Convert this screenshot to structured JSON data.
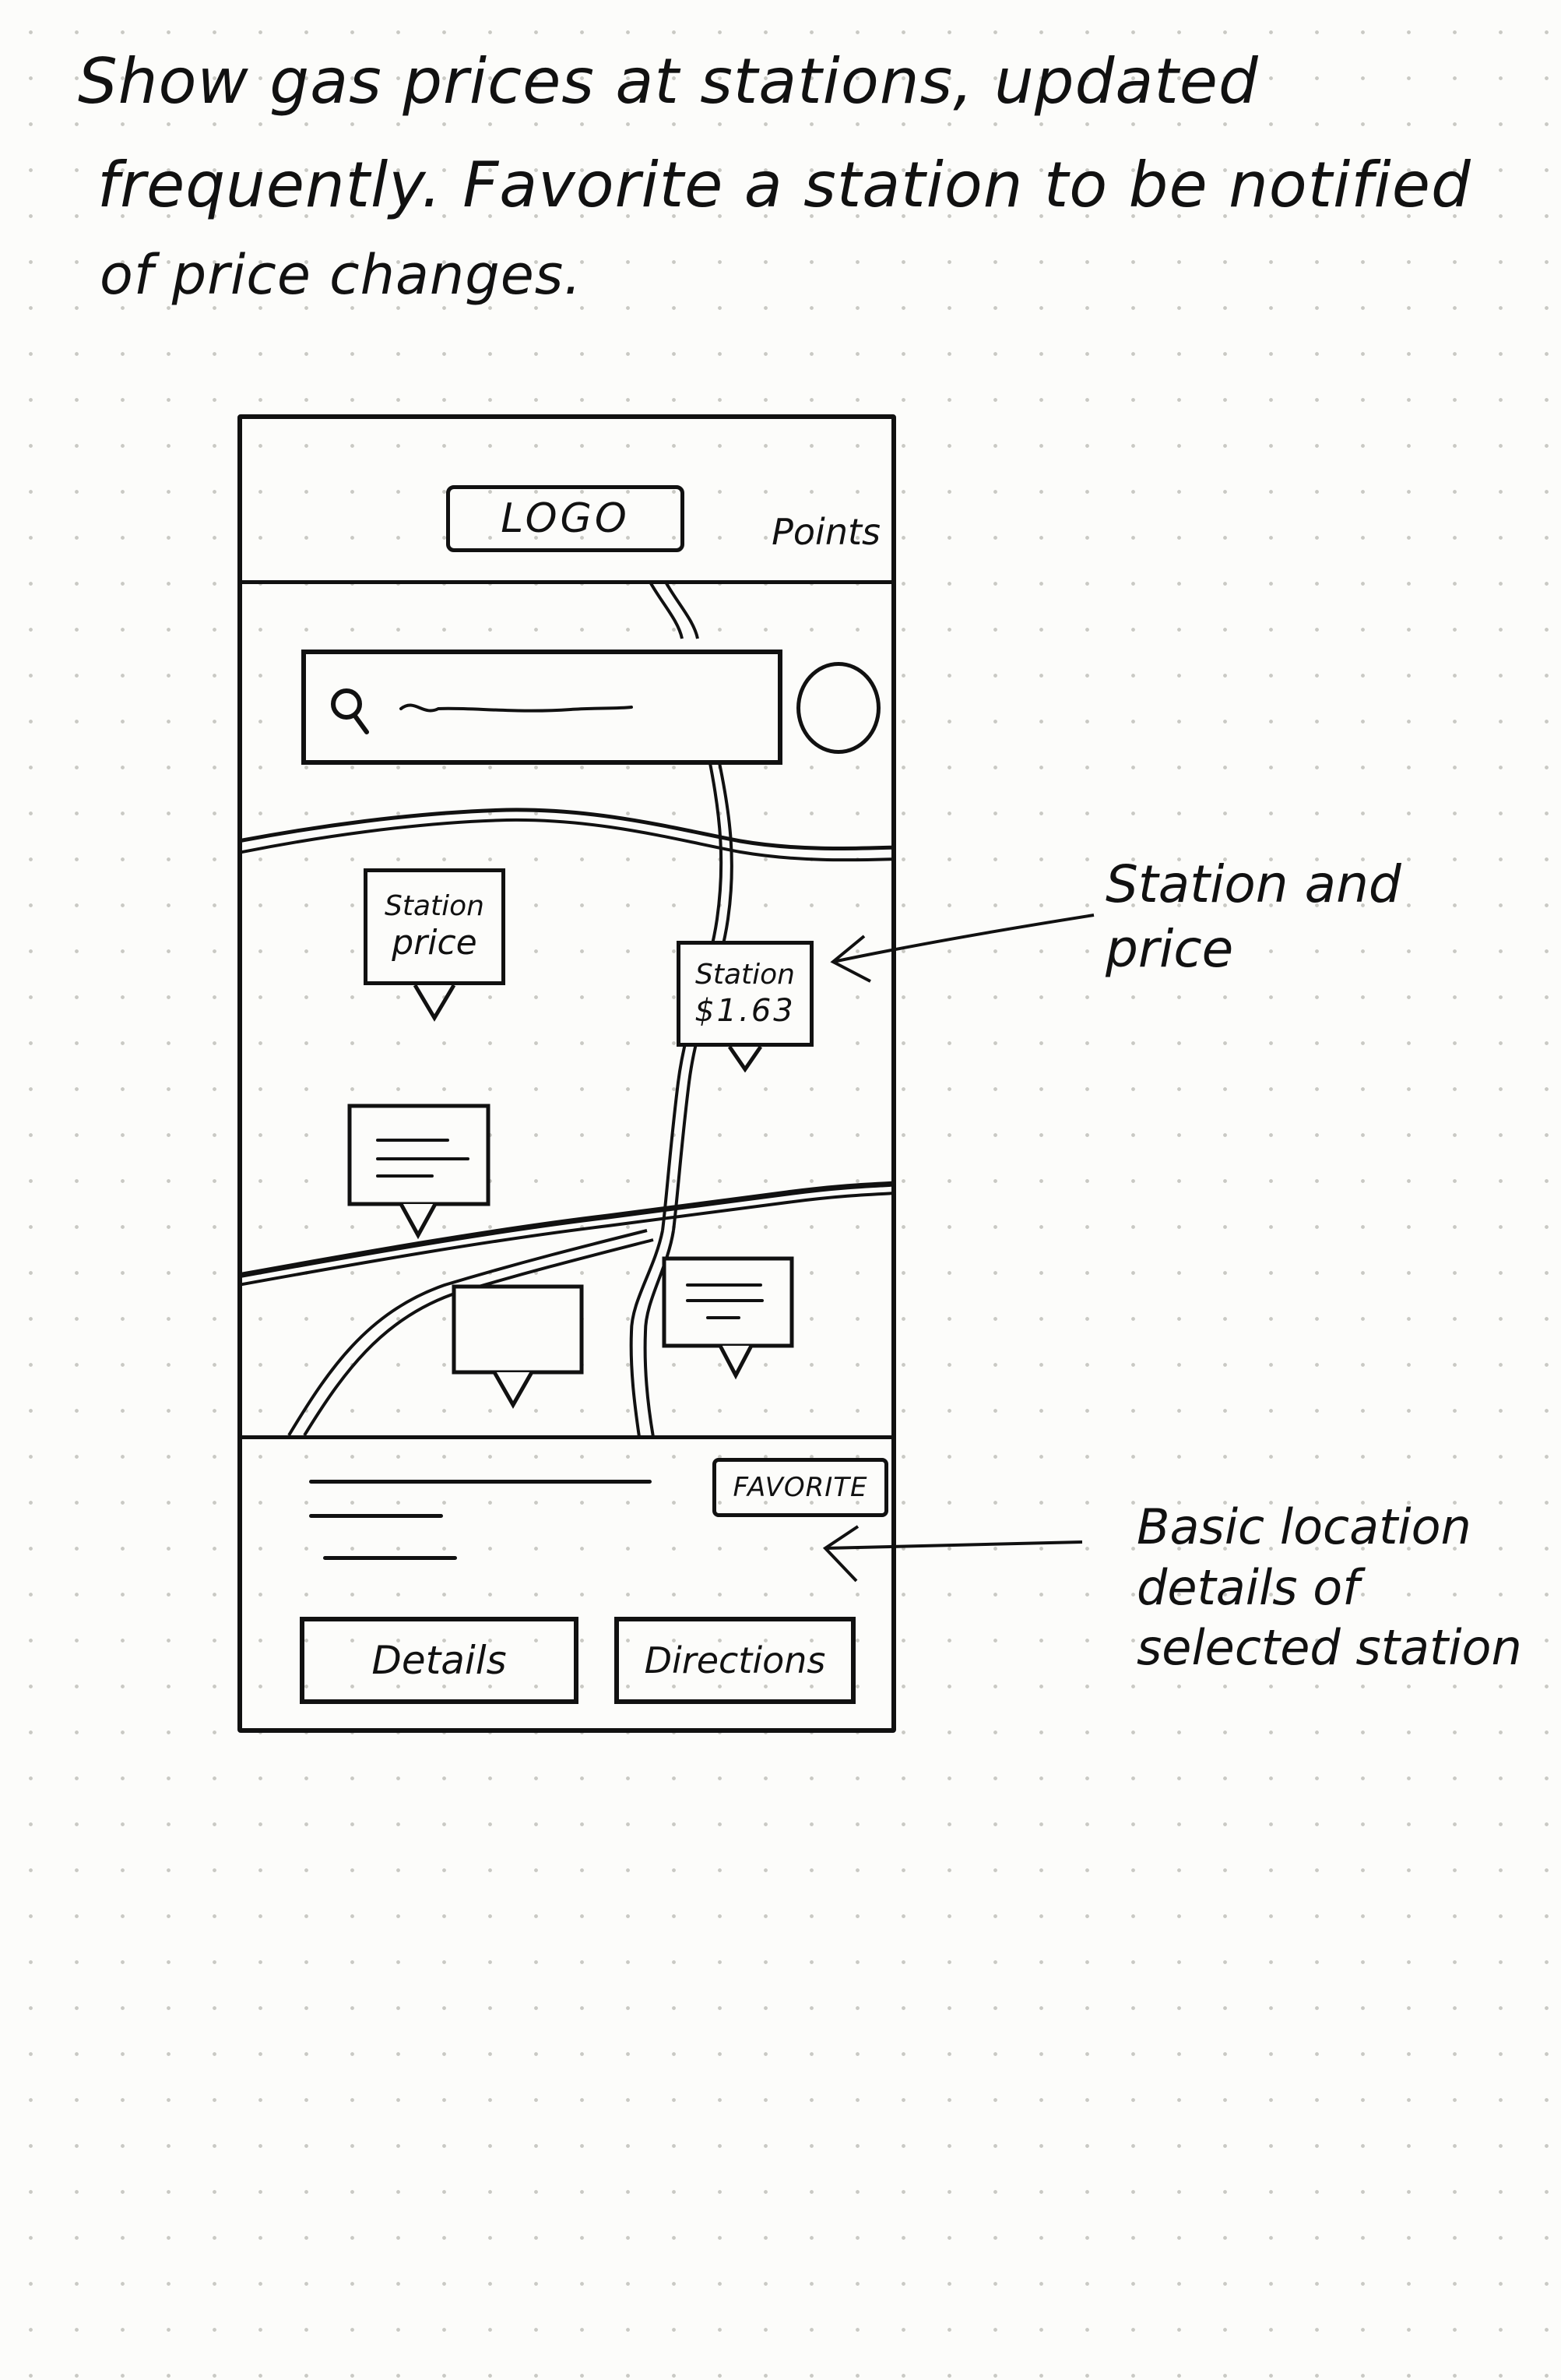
{
  "note": {
    "lines": [
      "Show gas prices at stations, updated",
      "frequently. Favorite a station to be notified",
      "of price changes."
    ]
  },
  "app": {
    "header": {
      "logo": "LOGO",
      "points": "Points"
    },
    "map": {
      "pins": [
        {
          "label": "Station",
          "price": "price"
        },
        {
          "label": "Station",
          "price": "$1.63"
        }
      ]
    },
    "sheet": {
      "favorite": "FAVORITE",
      "details": "Details",
      "directions": "Directions"
    }
  },
  "annotations": {
    "station_and_price": [
      "Station and",
      "price"
    ],
    "location_details": [
      "Basic location",
      "details of",
      "selected station"
    ]
  }
}
